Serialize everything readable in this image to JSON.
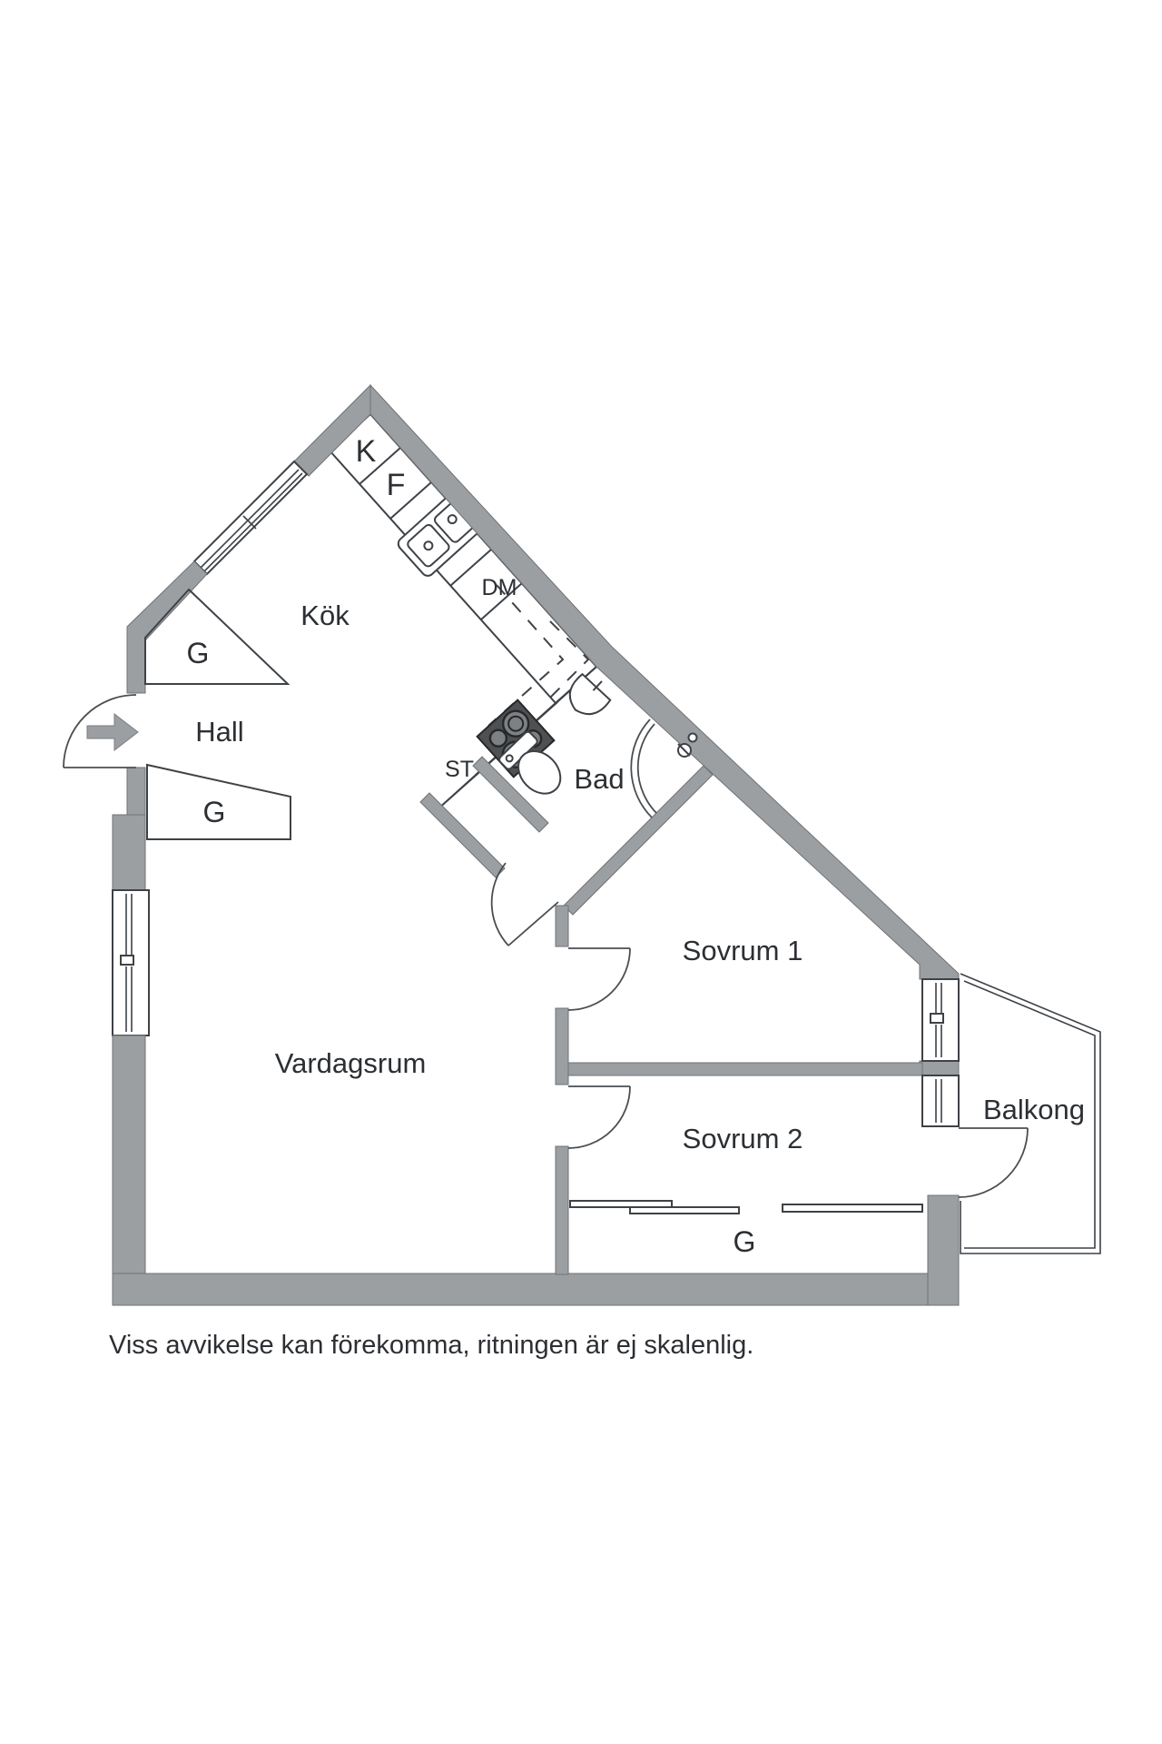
{
  "floor_plan": {
    "caption": "Viss avvikelse kan förekomma, ritningen är ej skalenlig.",
    "rooms": {
      "kitchen": {
        "label": "Kök"
      },
      "hall": {
        "label": "Hall"
      },
      "bathroom": {
        "label": "Bad"
      },
      "bedroom1": {
        "label": "Sovrum 1"
      },
      "bedroom2": {
        "label": "Sovrum 2"
      },
      "living_room": {
        "label": "Vardagsrum"
      },
      "balcony": {
        "label": "Balkong"
      }
    },
    "markers": {
      "fridge": "K",
      "freezer": "F",
      "dishwasher": "DM",
      "utility_closet": "ST",
      "wardrobe_hall_upper": "G",
      "wardrobe_hall_lower": "G",
      "wardrobe_bedroom2": "G"
    },
    "colors": {
      "wall": "#9b9fa2",
      "line": "#3e4247",
      "stove_plate": "#4f5052",
      "burner": "#7d8184",
      "text": "#2c2f33",
      "background": "#ffffff"
    }
  }
}
